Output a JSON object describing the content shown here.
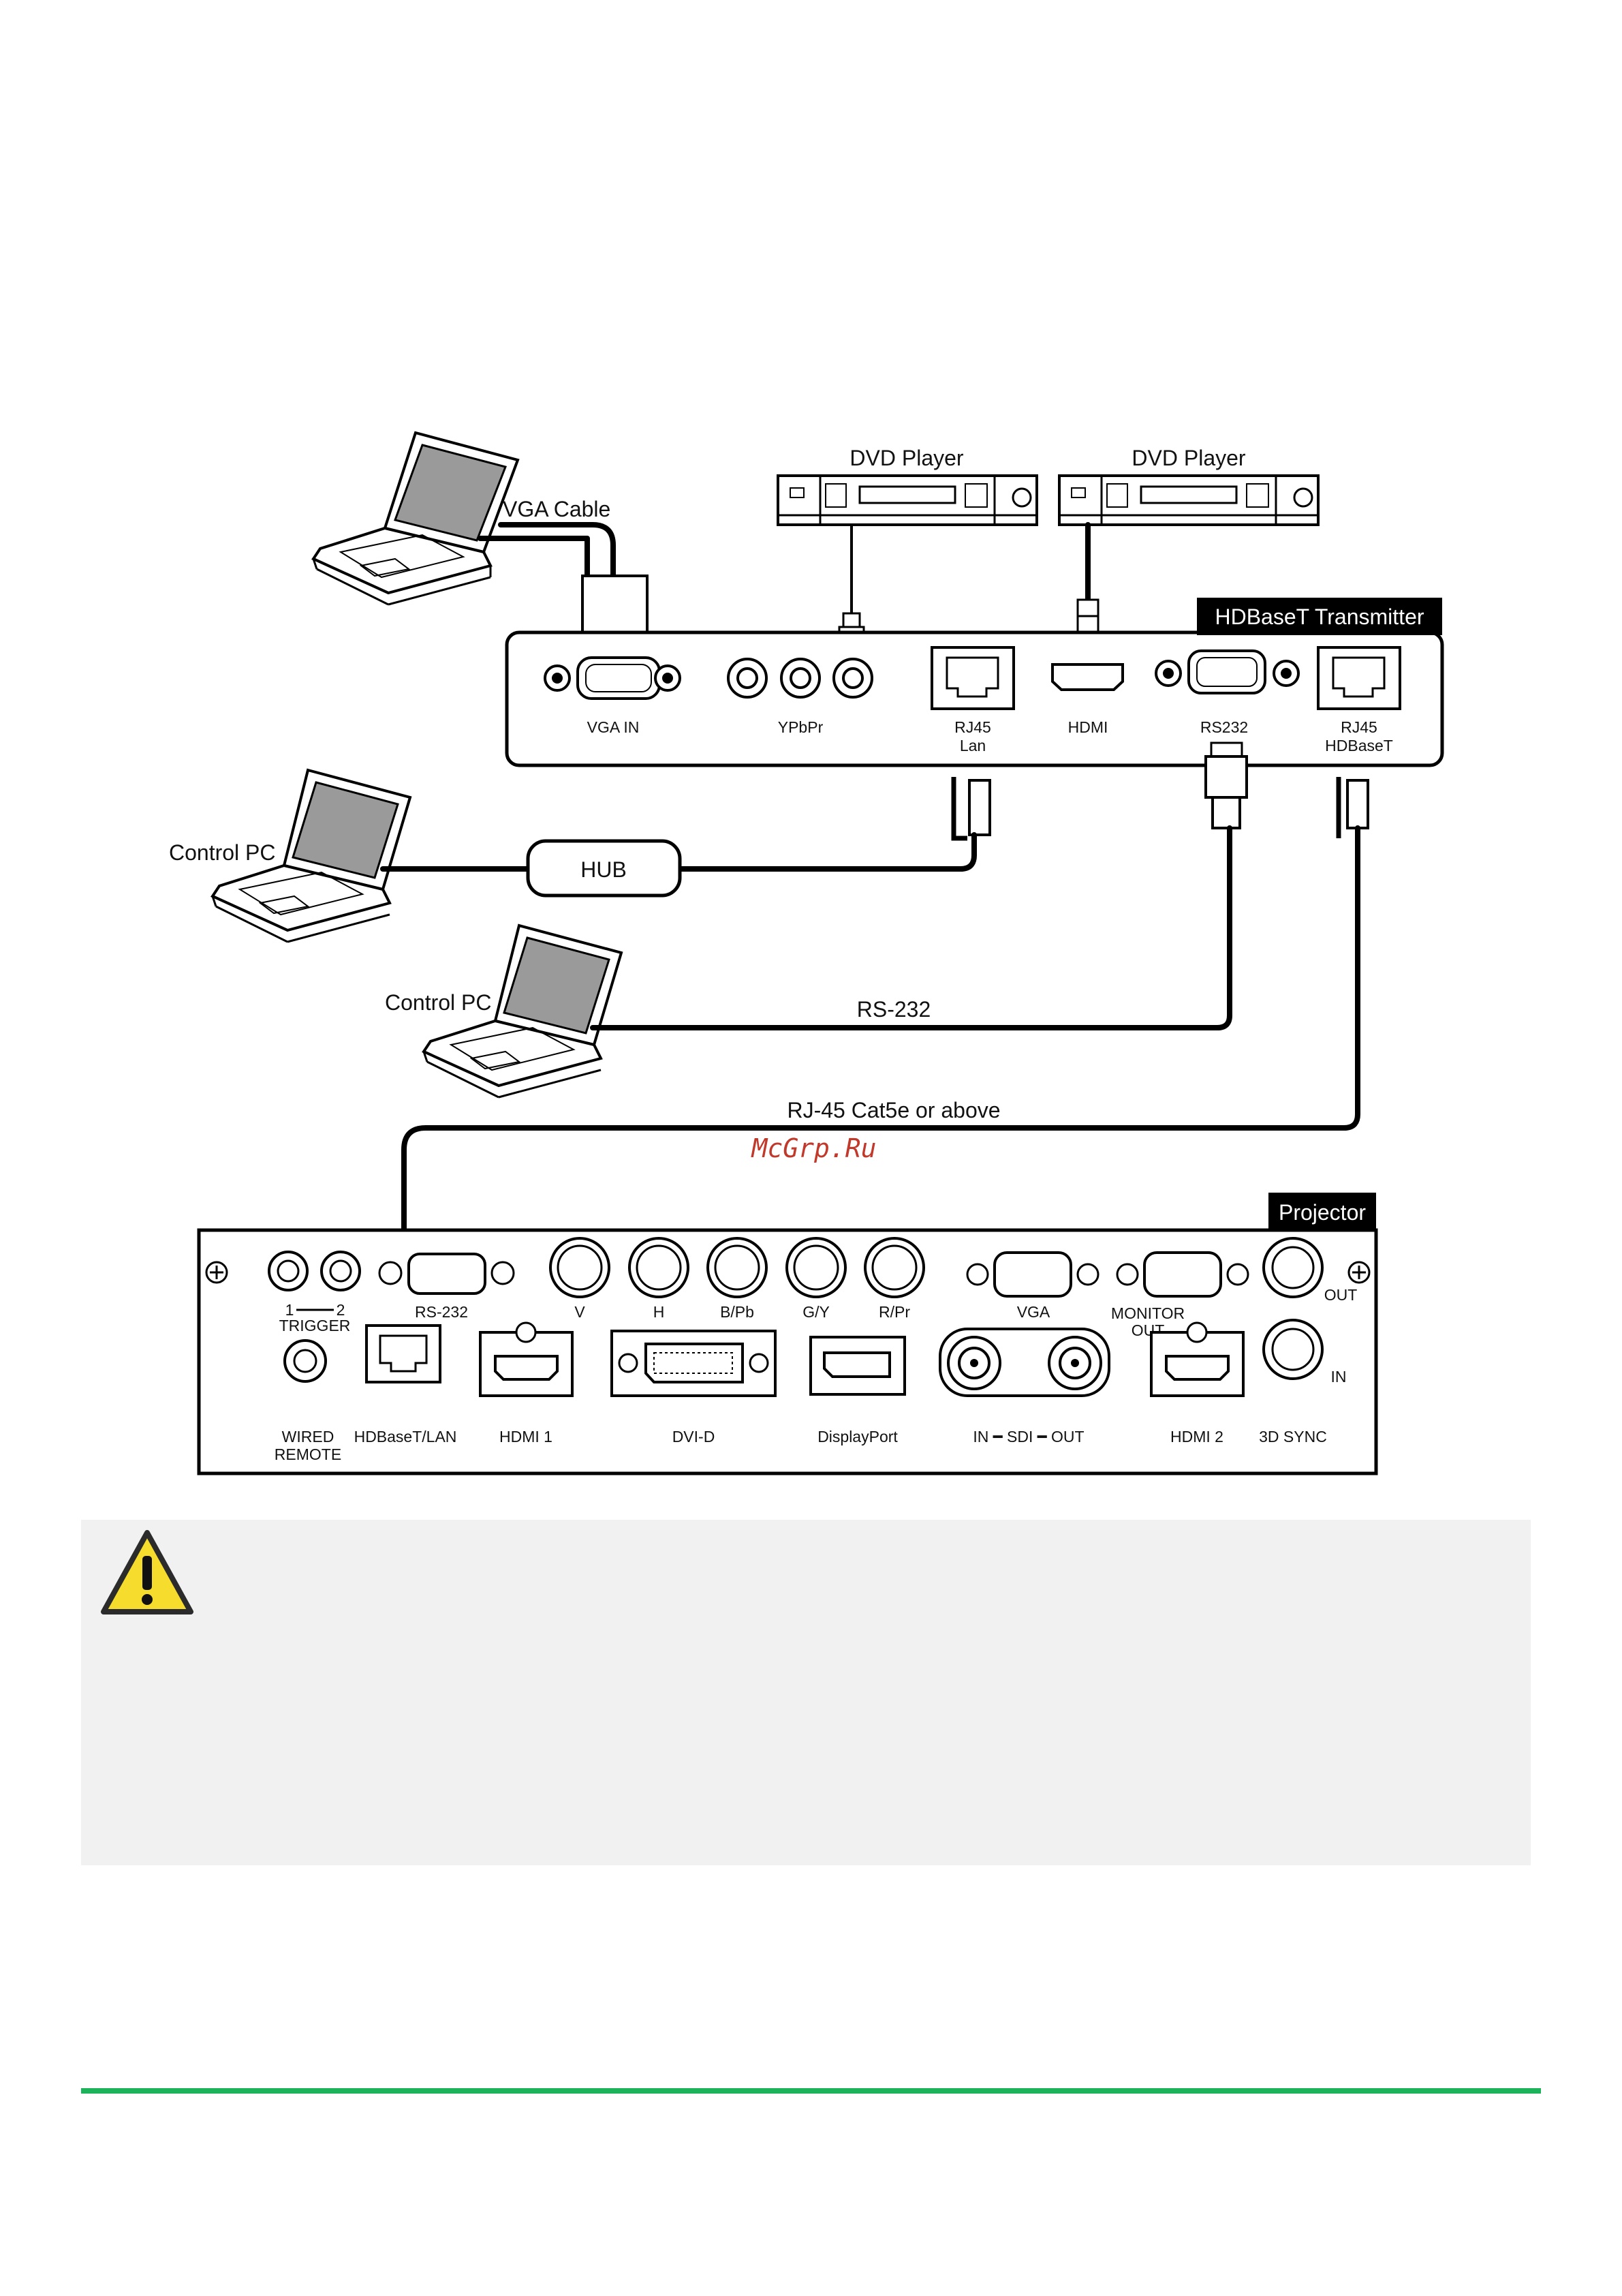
{
  "watermark": "McGrp.Ru",
  "colors": {
    "accent_green": "#1cb35a",
    "note_background": "#f1f1f1",
    "watermark_red": "#c0392b",
    "warning_yellow": "#f6dc2d"
  },
  "devices": {
    "dvd_player_1": "DVD Player",
    "dvd_player_2": "DVD Player",
    "control_pc_1": "Control PC",
    "control_pc_2": "Control PC",
    "hub": "HUB"
  },
  "cables": {
    "vga": "VGA Cable",
    "rs232": "RS-232",
    "cat5e": "RJ-45 Cat5e or above"
  },
  "transmitter": {
    "title": "HDBaseT Transmitter",
    "ports": {
      "vga_in": "VGA IN",
      "ypbpr": "YPbPr",
      "rj45_lan_1": "RJ45",
      "rj45_lan_2": "Lan",
      "hdmi": "HDMI",
      "rs232": "RS232",
      "rj45_hdbaset_1": "RJ45",
      "rj45_hdbaset_2": "HDBaseT"
    }
  },
  "projector": {
    "title": "Projector",
    "ports": {
      "trigger_1": "1",
      "trigger_2": "2",
      "trigger": "TRIGGER",
      "rs232": "RS-232",
      "v": "V",
      "h": "H",
      "bpb": "B/Pb",
      "gy": "G/Y",
      "rpr": "R/Pr",
      "vga": "VGA",
      "monitor_out_1": "MONITOR",
      "monitor_out_2": "OUT",
      "out": "OUT",
      "in": "IN",
      "wired_remote_1": "WIRED",
      "wired_remote_2": "REMOTE",
      "hdbaset_lan": "HDBaseT/LAN",
      "hdmi1": "HDMI 1",
      "dvid": "DVI-D",
      "displayport": "DisplayPort",
      "sdi": "IN ━ SDI ━ OUT",
      "hdmi2": "HDMI 2",
      "sync3d": "3D SYNC"
    }
  },
  "icons": [
    "laptop-icon",
    "dvd-player-icon",
    "warning-icon",
    "screw-icon"
  ]
}
